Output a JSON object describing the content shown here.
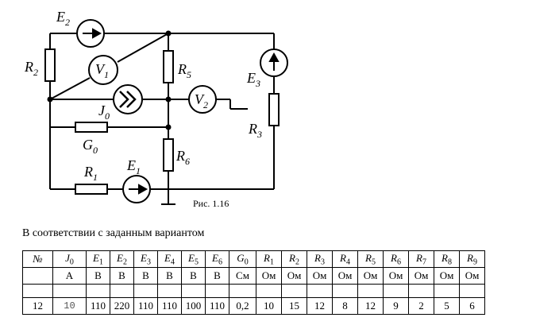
{
  "circuit": {
    "labels": {
      "E2": "E",
      "E2s": "2",
      "R2": "R",
      "R2s": "2",
      "V1": "V",
      "V1s": "1",
      "R5": "R",
      "R5s": "5",
      "E3": "E",
      "E3s": "3",
      "J0": "J",
      "J0s": "0",
      "V2": "V",
      "V2s": "2",
      "R3": "R",
      "R3s": "3",
      "G0": "G",
      "G0s": "0",
      "R6": "R",
      "R6s": "6",
      "R1": "R",
      "R1s": "1",
      "E1": "E",
      "E1s": "1"
    },
    "caption": "Рис. 1.16"
  },
  "intro": "В соответствии с заданным вариантом",
  "table": {
    "headers": [
      "№",
      "J0",
      "E1",
      "E2",
      "E3",
      "E4",
      "E5",
      "E6",
      "G0",
      "R1",
      "R2",
      "R3",
      "R4",
      "R5",
      "R6",
      "R7",
      "R8",
      "R9"
    ],
    "units": [
      "",
      "А",
      "В",
      "В",
      "В",
      "В",
      "В",
      "В",
      "См",
      "Ом",
      "Ом",
      "Ом",
      "Ом",
      "Ом",
      "Ом",
      "Ом",
      "Ом",
      "Ом"
    ],
    "values": [
      "12",
      "10",
      "110",
      "220",
      "110",
      "110",
      "100",
      "110",
      "0,2",
      "10",
      "15",
      "12",
      "8",
      "12",
      "9",
      "2",
      "5",
      "6"
    ]
  }
}
